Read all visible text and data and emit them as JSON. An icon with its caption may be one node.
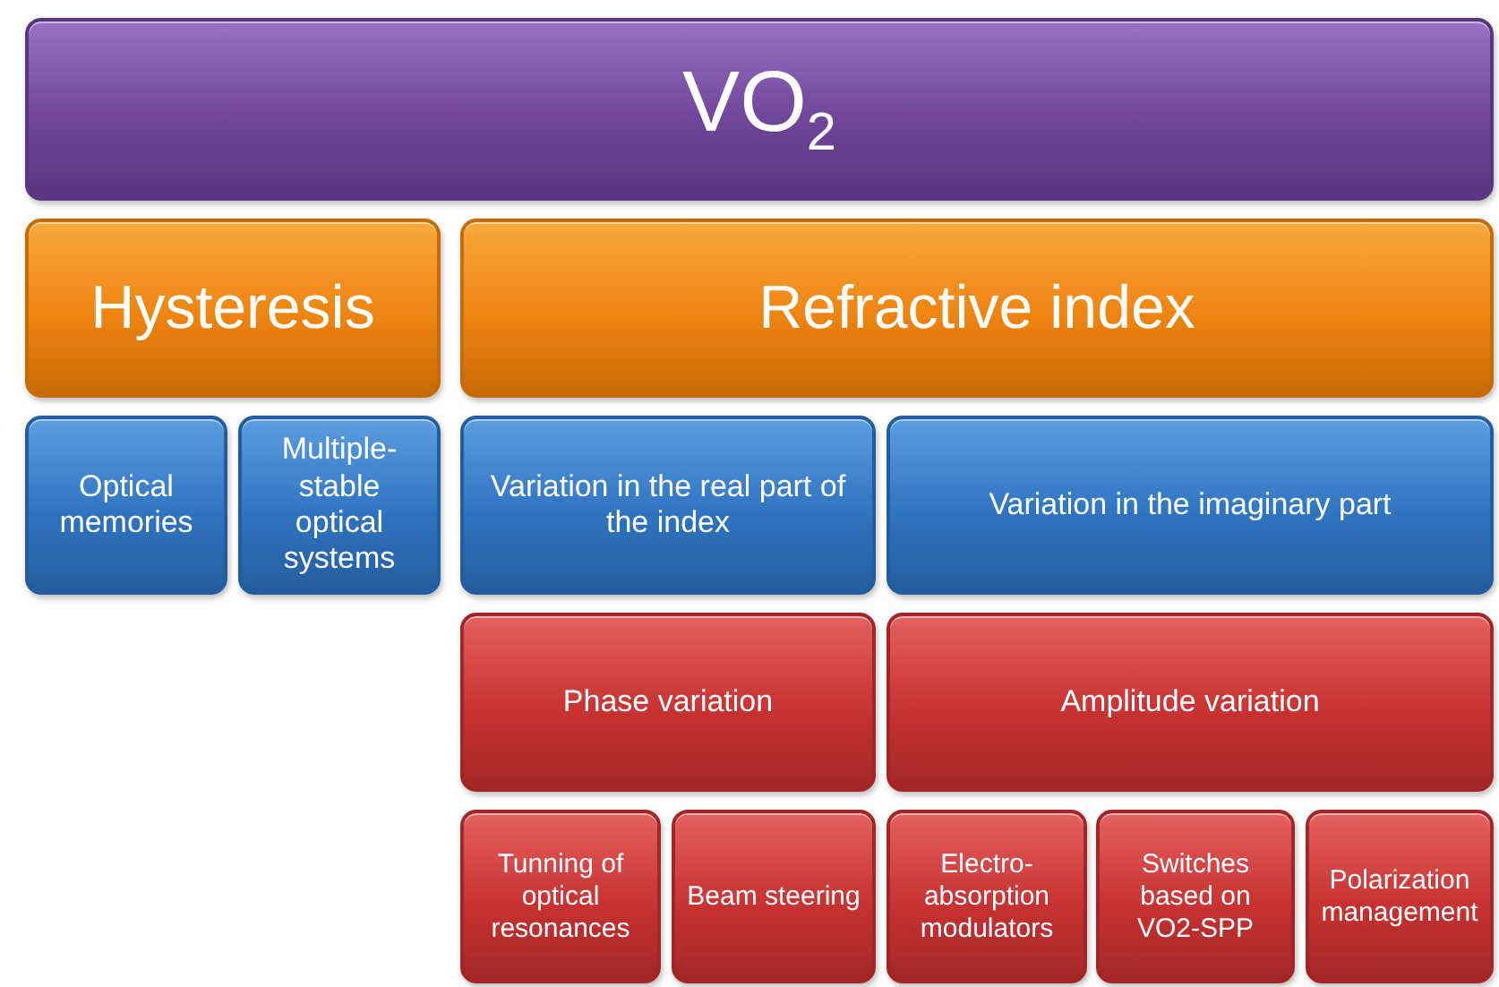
{
  "diagram": {
    "nodes": [
      {
        "text": [
          "VO$_{2}$"
        ]
      },
      {
        "text": [
          "Hysteresis"
        ]
      },
      {
        "text": [
          "Refractive index"
        ]
      },
      {
        "text": [
          "Optical memories"
        ]
      },
      {
        "text": [
          "Multiple-stable optical systems"
        ]
      },
      {
        "text": [
          "Variation in the real part of the index"
        ]
      },
      {
        "text": [
          "Variation in the imaginary part"
        ]
      },
      {
        "text": [
          "Phase variation"
        ]
      },
      {
        "text": [
          "Amplitude variation"
        ]
      },
      {
        "text": [
          "Tunning of optical resonances"
        ]
      },
      {
        "text": [
          "Beam steering"
        ]
      },
      {
        "text": [
          "Electro-absorption modulators"
        ]
      },
      {
        "text": [
          "Switches based on VO2-SPP"
        ]
      },
      {
        "text": [
          "Polarization management"
        ]
      }
    ]
  }
}
